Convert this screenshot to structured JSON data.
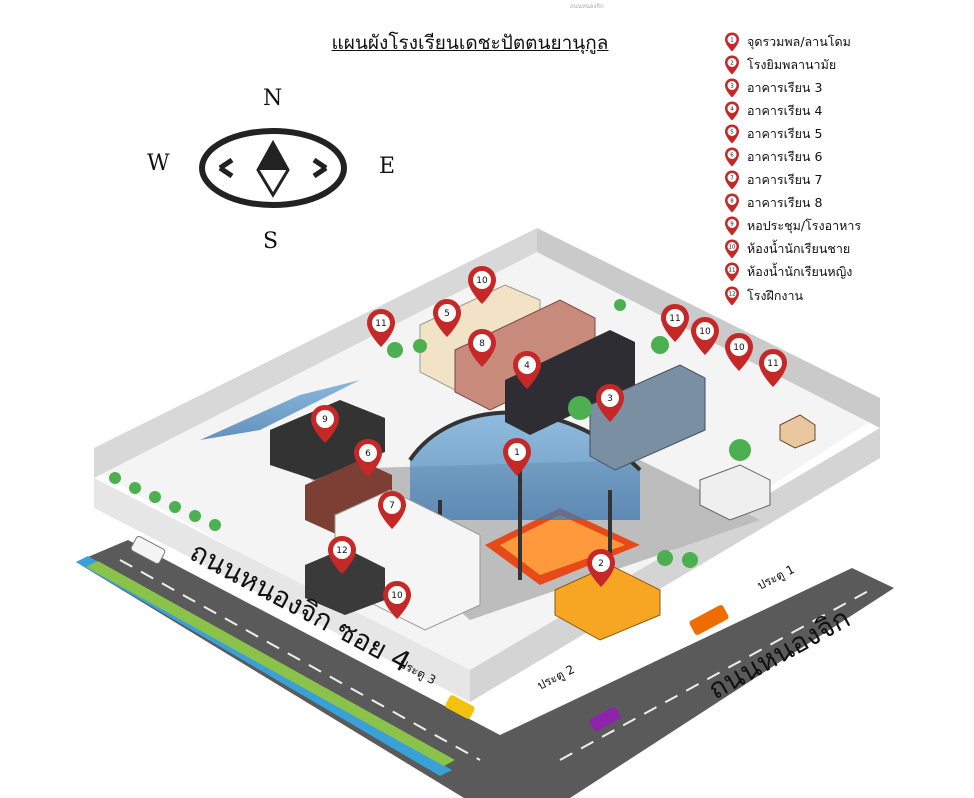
{
  "title": "แผนผังโรงเรียนเดชะปัตตนยานุกูล",
  "compass": {
    "n": "N",
    "s": "S",
    "e": "E",
    "w": "W"
  },
  "legend": [
    {
      "num": "1",
      "label": "จุดรวมพล/ลานโดม"
    },
    {
      "num": "2",
      "label": "โรงยิมพลานามัย"
    },
    {
      "num": "3",
      "label": "อาคารเรียน 3"
    },
    {
      "num": "4",
      "label": "อาคารเรียน 4"
    },
    {
      "num": "5",
      "label": "อาคารเรียน 5"
    },
    {
      "num": "6",
      "label": "อาคารเรียน 6"
    },
    {
      "num": "7",
      "label": "อาคารเรียน 7"
    },
    {
      "num": "8",
      "label": "อาคารเรียน 8"
    },
    {
      "num": "9",
      "label": "หอประชุม/โรงอาหาร"
    },
    {
      "num": "10",
      "label": "ห้องน้ำนักเรียนชาย"
    },
    {
      "num": "11",
      "label": "ห้องน้ำนักเรียนหญิง"
    },
    {
      "num": "12",
      "label": "โรงฝึกงาน"
    }
  ],
  "roads": {
    "soi": "ถนนหนองจิก ซอย 4",
    "main": "ถนนหนองจิก",
    "main_top": "ถนนหนองจิก"
  },
  "gates": {
    "g1": "ประตู 1",
    "g2": "ประตู 2",
    "g3": "ประตู 3"
  },
  "map_pins": [
    "1",
    "2",
    "3",
    "4",
    "5",
    "6",
    "7",
    "8",
    "9",
    "10",
    "10",
    "10",
    "10",
    "11",
    "11",
    "11",
    "12"
  ],
  "colors": {
    "pin": "#c62828",
    "wall": "#e3e3e3",
    "road": "#5a5a5a",
    "grass": "#8bc34a",
    "court": "#ff9a3c"
  }
}
